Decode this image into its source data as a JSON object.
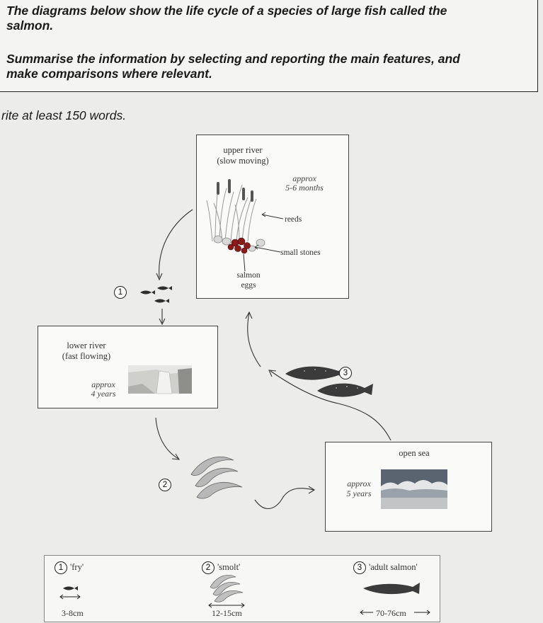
{
  "task": {
    "line1": "The diagrams below show the life cycle of a species of large fish called the",
    "line2": "salmon.",
    "line3": "Summarise the information by selecting and reporting the main features, and",
    "line4": "make comparisons where relevant."
  },
  "instruction": "rite at least 150 words.",
  "stages": {
    "upper_river": {
      "title1": "upper river",
      "title2": "(slow moving)",
      "dur1": "approx",
      "dur2": "5-6 months",
      "reeds": "reeds",
      "stones": "small stones",
      "eggs1": "salmon",
      "eggs2": "eggs"
    },
    "lower_river": {
      "title1": "lower river",
      "title2": "(fast flowing)",
      "dur1": "approx",
      "dur2": "4 years"
    },
    "open_sea": {
      "title": "open sea",
      "dur1": "approx",
      "dur2": "5 years"
    }
  },
  "markers": {
    "fry": "1",
    "smolt": "2",
    "adult": "3"
  },
  "legend": {
    "fry": {
      "num": "1",
      "label": "'fry'",
      "size": "3-8cm"
    },
    "smolt": {
      "num": "2",
      "label": "'smolt'",
      "size": "12-15cm"
    },
    "adult": {
      "num": "3",
      "label": "'adult salmon'",
      "size": "70-76cm"
    }
  },
  "colors": {
    "fish_dark": "#3b3b3b",
    "smolt": "#b5b5b5",
    "egg": "#8b1a1a",
    "sea": "#5a6470"
  },
  "icons": [
    "fry-fish-icon",
    "smolt-fish-icon",
    "adult-salmon-icon",
    "reed-icon",
    "egg-cluster-icon",
    "waterfall-image",
    "sea-image"
  ]
}
